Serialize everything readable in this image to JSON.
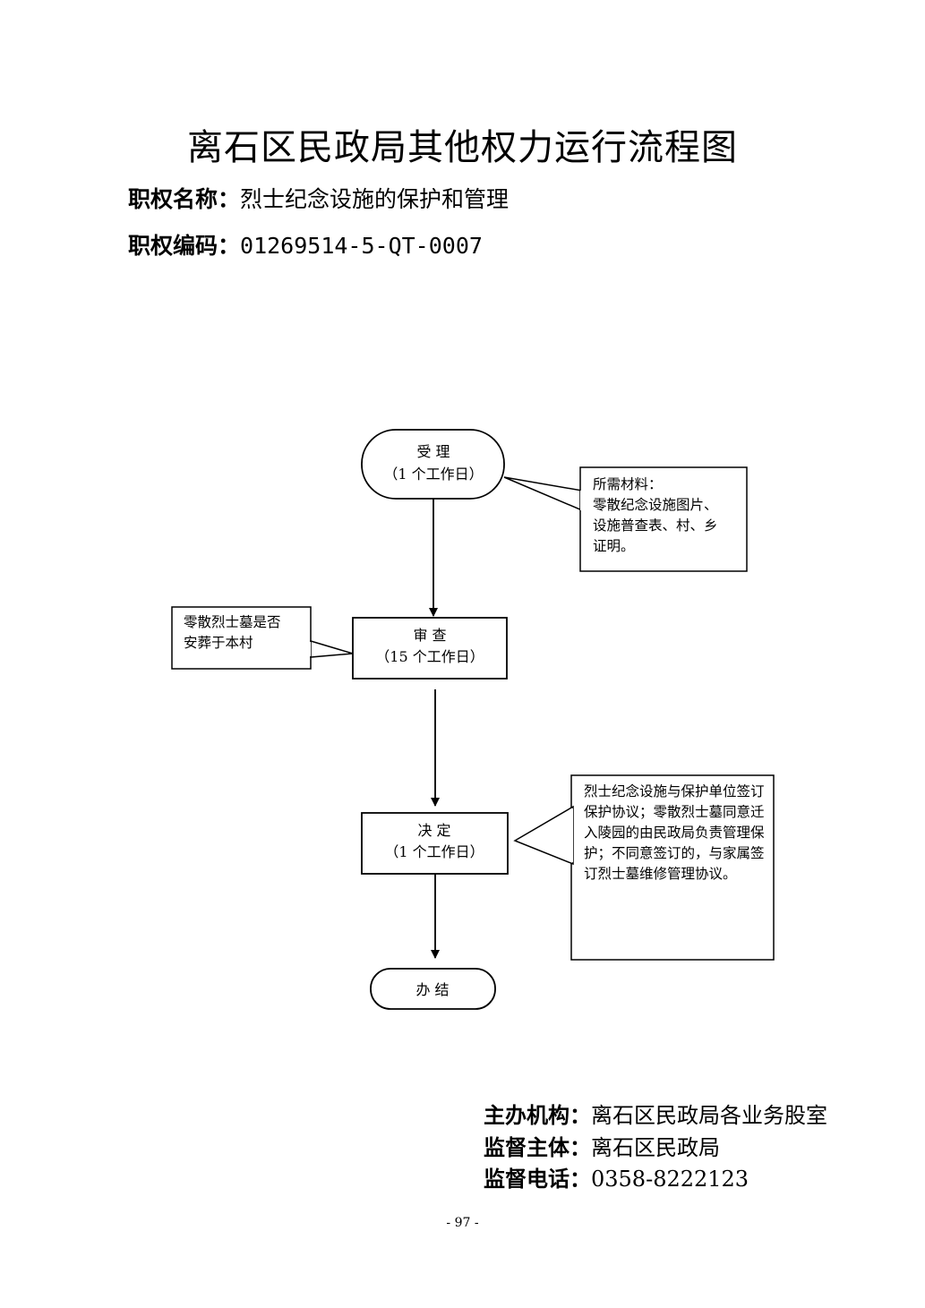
{
  "title": "离石区民政局其他权力运行流程图",
  "power_name": {
    "label": "职权名称：",
    "value": "烈士纪念设施的保护和管理"
  },
  "power_code": {
    "label": "职权编码：",
    "value": "01269514-5-QT-0007"
  },
  "flow": {
    "accept": {
      "title": "受    理",
      "duration": "（1 个工作日）"
    },
    "review": {
      "title": "审    查",
      "duration": "（15 个工作日）"
    },
    "decide": {
      "title": "决    定",
      "duration": "（1 个工作日）"
    },
    "finish": {
      "title": "办    结"
    }
  },
  "notes": {
    "materials": "所需材料：\n零散纪念设施图片、\n设施普查表、村、乡\n证明。",
    "review_note": "零散烈士墓是否\n安葬于本村",
    "decision_note": "烈士纪念设施与保护单位签订保护协议；零散烈士墓同意迁入陵园的由民政局负责管理保护；不同意签订的，与家属签订烈士墓维修管理协议。"
  },
  "footer": {
    "host": {
      "label": "主办机构：",
      "value": "离石区民政局各业务股室"
    },
    "supervisor": {
      "label": "监督主体：",
      "value": "离石区民政局"
    },
    "phone": {
      "label": "监督电话：",
      "value": "0358-8222123"
    }
  },
  "page_number": "- 97 -"
}
